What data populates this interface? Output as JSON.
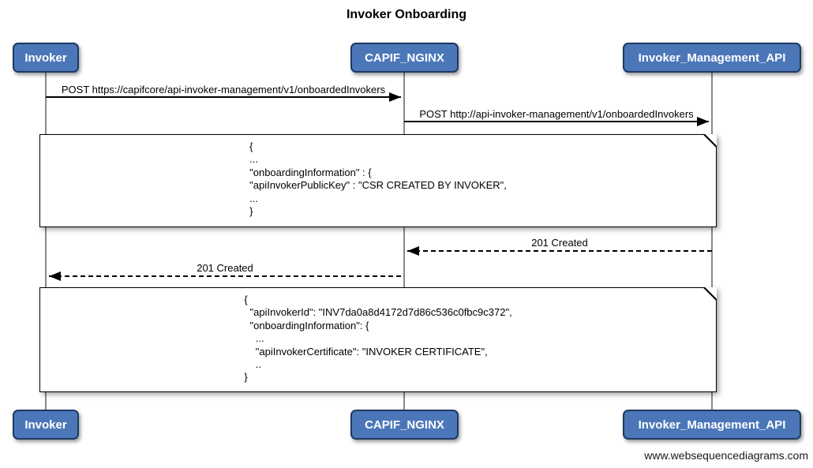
{
  "title": "Invoker Onboarding",
  "watermark": "www.websequencediagrams.com",
  "colors": {
    "actor_fill": "#4b77b9",
    "actor_border": "#1d3a63",
    "actor_text": "#ffffff",
    "lifeline": "#8a8a8a",
    "note_background": "#ffffff",
    "line": "#000000"
  },
  "actors": [
    {
      "label": "Invoker"
    },
    {
      "label": "CAPIF_NGINX"
    },
    {
      "label": "Invoker_Management_API"
    }
  ],
  "messages": [
    {
      "from": "Invoker",
      "to": "CAPIF_NGINX",
      "type": "solid",
      "label": "POST https://capifcore/api-invoker-management/v1/onboardedInvokers"
    },
    {
      "from": "CAPIF_NGINX",
      "to": "Invoker_Management_API",
      "type": "solid",
      "label": "POST http://api-invoker-management/v1/onboardedInvokers"
    },
    {
      "from": "Invoker_Management_API",
      "to": "CAPIF_NGINX",
      "type": "dashed",
      "label": "201 Created"
    },
    {
      "from": "CAPIF_NGINX",
      "to": "Invoker",
      "type": "dashed",
      "label": "201 Created"
    }
  ],
  "notes": [
    {
      "lines": [
        "{",
        "...",
        "\"onboardingInformation\" : {",
        "\"apiInvokerPublicKey\" : \"CSR CREATED BY INVOKER\",",
        "...",
        "}"
      ]
    },
    {
      "lines": [
        "{",
        "  \"apiInvokerId\": \"INV7da0a8d4172d7d86c536c0fbc9c372\",",
        "  \"onboardingInformation\": {",
        "    ...",
        "    \"apiInvokerCertificate\": \"INVOKER CERTIFICATE\",",
        "    ..",
        "}"
      ]
    }
  ]
}
